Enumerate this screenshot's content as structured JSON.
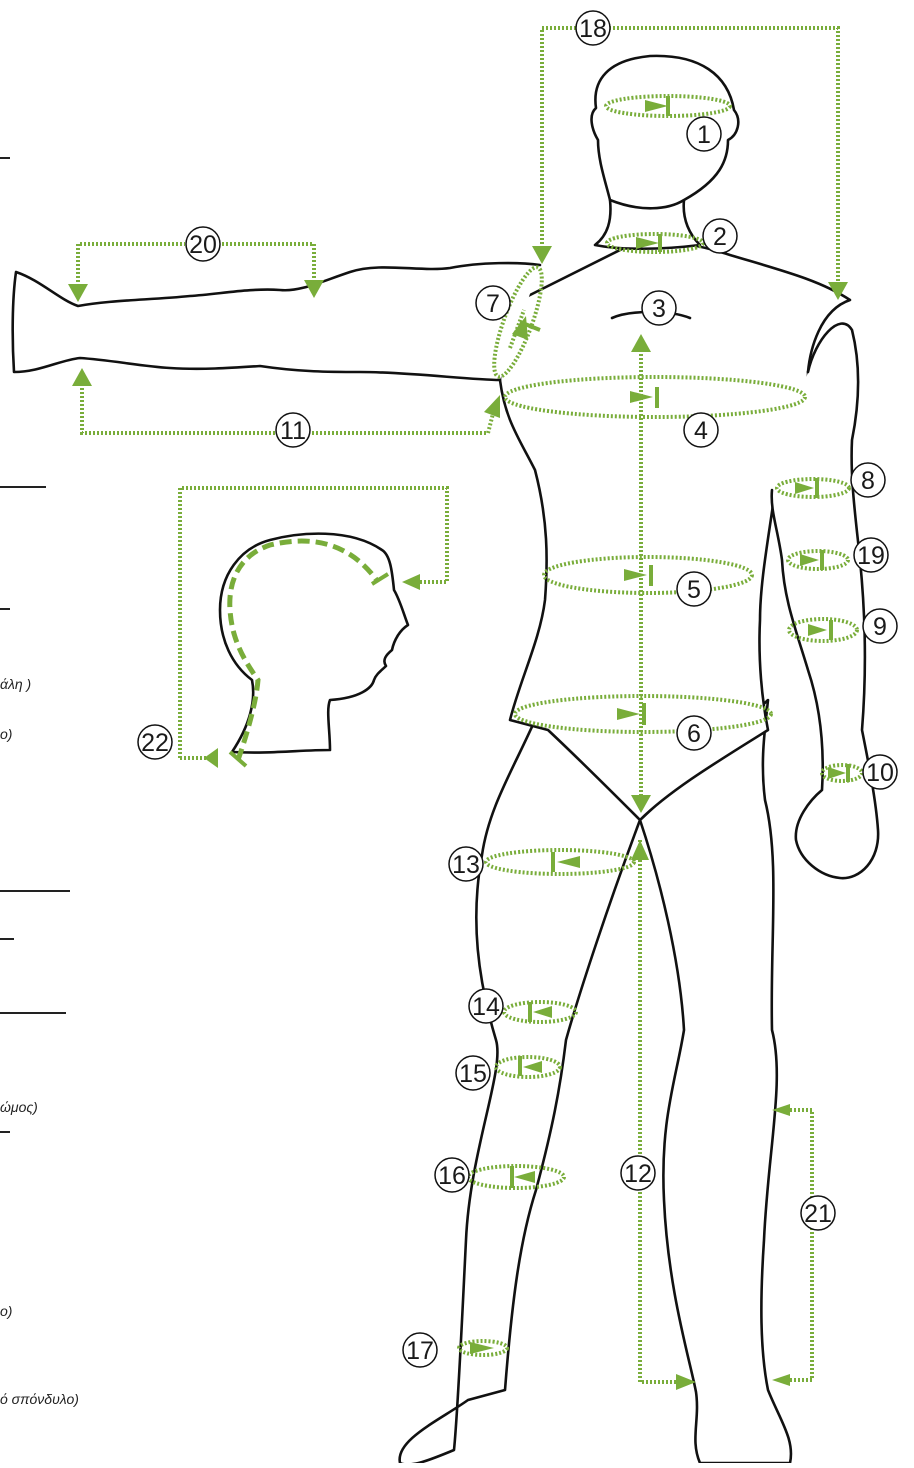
{
  "colors": {
    "guide": "#79ad3a",
    "outline": "#111111",
    "background": "#ffffff"
  },
  "measurements": [
    {
      "label": "1"
    },
    {
      "label": "2"
    },
    {
      "label": "3"
    },
    {
      "label": "4"
    },
    {
      "label": "5"
    },
    {
      "label": "6"
    },
    {
      "label": "7"
    },
    {
      "label": "8"
    },
    {
      "label": "9"
    },
    {
      "label": "10"
    },
    {
      "label": "11"
    },
    {
      "label": "12"
    },
    {
      "label": "13"
    },
    {
      "label": "14"
    },
    {
      "label": "15"
    },
    {
      "label": "16"
    },
    {
      "label": "17"
    },
    {
      "label": "18"
    },
    {
      "label": "19"
    },
    {
      "label": "20"
    },
    {
      "label": "21"
    },
    {
      "label": "22"
    }
  ],
  "side_text": [
    "άλη )",
    "ο)",
    "ώμος)",
    "ο)",
    "ό σπόνδυλο)"
  ]
}
